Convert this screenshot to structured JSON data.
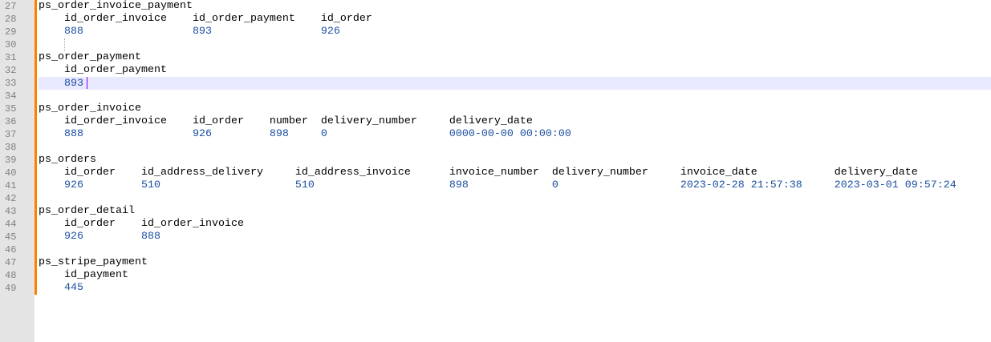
{
  "lines": [
    {
      "n": "27",
      "t": "ps_order_invoice_payment"
    },
    {
      "n": "28",
      "t": "    id_order_invoice    id_order_payment    id_order"
    },
    {
      "n": "29",
      "t": "    888                 893                 926"
    },
    {
      "n": "30",
      "t": ""
    },
    {
      "n": "31",
      "t": "ps_order_payment"
    },
    {
      "n": "32",
      "t": "    id_order_payment"
    },
    {
      "n": "33",
      "t": "    893"
    },
    {
      "n": "34",
      "t": ""
    },
    {
      "n": "35",
      "t": "ps_order_invoice"
    },
    {
      "n": "36",
      "t": "    id_order_invoice    id_order    number  delivery_number     delivery_date"
    },
    {
      "n": "37",
      "t": "    888                 926         898     0                   0000-00-00 00:00:00"
    },
    {
      "n": "38",
      "t": ""
    },
    {
      "n": "39",
      "t": "ps_orders"
    },
    {
      "n": "40",
      "t": "    id_order    id_address_delivery     id_address_invoice      invoice_number  delivery_number     invoice_date            delivery_date"
    },
    {
      "n": "41",
      "t": "    926         510                     510                     898             0                   2023-02-28 21:57:38     2023-03-01 09:57:24"
    },
    {
      "n": "42",
      "t": ""
    },
    {
      "n": "43",
      "t": "ps_order_detail"
    },
    {
      "n": "44",
      "t": "    id_order    id_order_invoice"
    },
    {
      "n": "45",
      "t": "    926         888"
    },
    {
      "n": "46",
      "t": ""
    },
    {
      "n": "47",
      "t": "ps_stripe_payment"
    },
    {
      "n": "48",
      "t": "    id_payment"
    },
    {
      "n": "49",
      "t": "    445"
    }
  ]
}
